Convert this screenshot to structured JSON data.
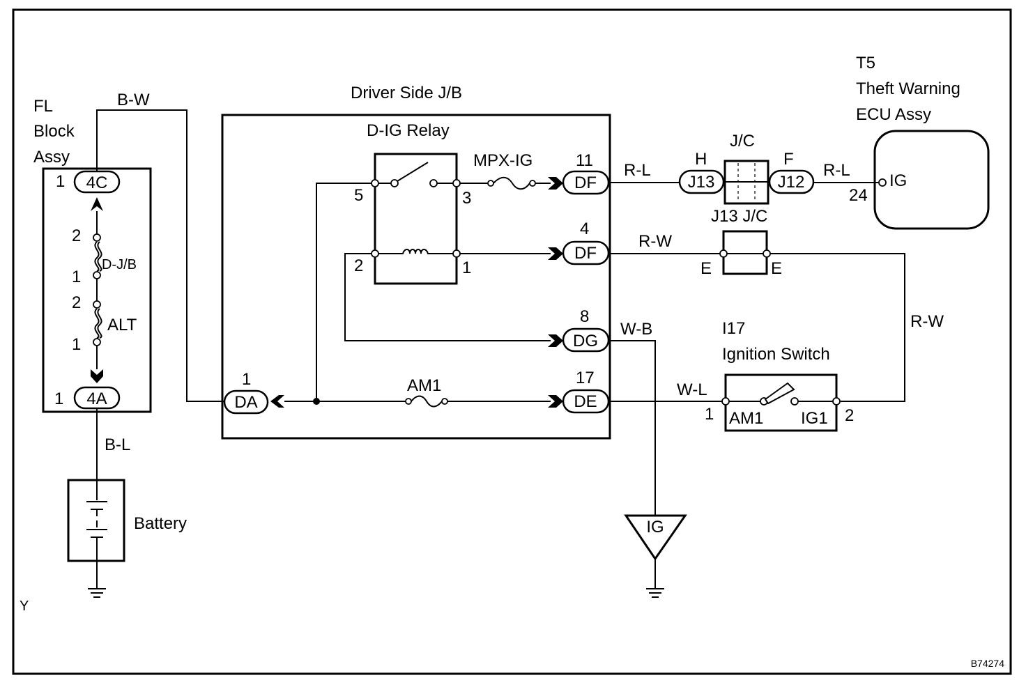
{
  "components": {
    "fl_block": {
      "line1": "FL",
      "line2": "Block",
      "line3": "Assy"
    },
    "driver_jb": "Driver Side J/B",
    "relay": "D-IG Relay",
    "ecu": {
      "line1": "T5",
      "line2": "Theft Warning",
      "line3": "ECU Assy",
      "pin_name": "IG",
      "pin_no": "24"
    },
    "ign_switch": {
      "line1": "I17",
      "line2": "Ignition Switch",
      "am1": "AM1",
      "ig1": "IG1",
      "pin_left": "1",
      "pin_right": "2"
    },
    "battery": "Battery",
    "ig_ground": "IG",
    "jc_top": {
      "label": "J/C",
      "left": "J13",
      "right": "J12",
      "h": "H",
      "f": "F"
    },
    "jc_bottom": {
      "label": "J13  J/C",
      "e_left": "E",
      "e_right": "E"
    }
  },
  "fuses": {
    "mpx": "MPX-IG",
    "am1": "AM1",
    "djb": "D-J/B",
    "alt": "ALT"
  },
  "connectors": {
    "c4c": "4C",
    "c4a": "4A",
    "da": "DA",
    "df1": "DF",
    "df2": "DF",
    "dg": "DG",
    "de": "DE"
  },
  "pins": {
    "c4c": "1",
    "c4a": "1",
    "djb_top": "2",
    "djb_bot": "1",
    "alt_top": "2",
    "alt_bot": "1",
    "da": "1",
    "df1": "11",
    "df2": "4",
    "dg": "8",
    "de": "17",
    "relay5": "5",
    "relay3": "3",
    "relay2": "2",
    "relay1": "1"
  },
  "wires": {
    "bw": "B-W",
    "bl": "B-L",
    "rl1": "R-L",
    "rl2": "R-L",
    "rw1": "R-W",
    "rw2": "R-W",
    "wb": "W-B",
    "wl": "W-L"
  },
  "corner": {
    "left": "Y",
    "code": "B74274"
  }
}
